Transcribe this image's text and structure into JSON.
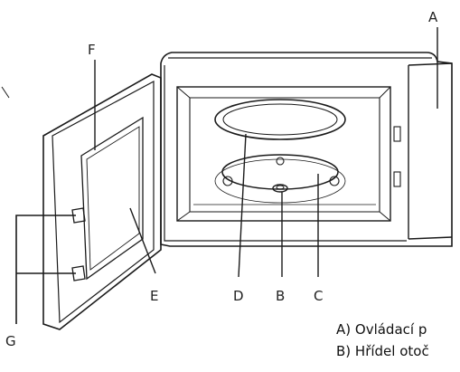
{
  "labels": {
    "a": "A",
    "b": "B",
    "c": "C",
    "d": "D",
    "e": "E",
    "f": "F",
    "g": "G"
  },
  "legend": [
    "A) Ovládací p",
    "B) Hřídel otoč"
  ]
}
